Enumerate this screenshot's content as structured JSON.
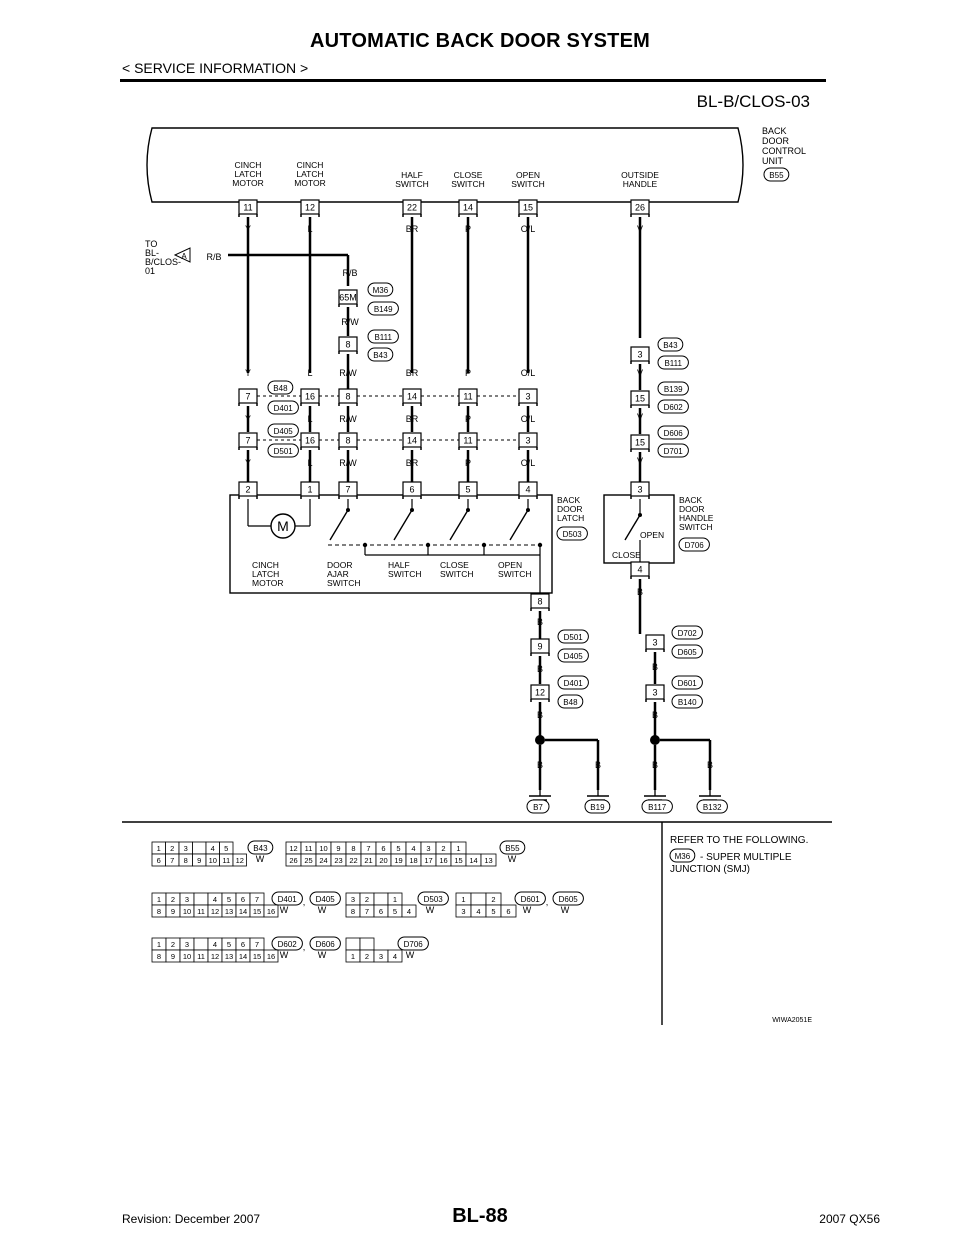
{
  "header": {
    "title": "AUTOMATIC BACK DOOR SYSTEM",
    "subtitle": "< SERVICE INFORMATION >",
    "diagram_id": "BL-B/CLOS-03"
  },
  "control_unit": {
    "name": [
      "BACK",
      "DOOR",
      "CONTROL",
      "UNIT"
    ],
    "code": "B55"
  },
  "terminals": [
    {
      "num": "11",
      "label": [
        "CINCH",
        "LATCH",
        "MOTOR"
      ],
      "wire": "Y"
    },
    {
      "num": "12",
      "label": [
        "CINCH",
        "LATCH",
        "MOTOR"
      ],
      "wire": "L"
    },
    {
      "num": "22",
      "label": [
        "HALF",
        "SWITCH"
      ],
      "wire": "BR"
    },
    {
      "num": "14",
      "label": [
        "CLOSE",
        "SWITCH"
      ],
      "wire": "P"
    },
    {
      "num": "15",
      "label": [
        "OPEN",
        "SWITCH"
      ],
      "wire": "O/L"
    },
    {
      "num": "26",
      "label": [
        "OUTSIDE",
        "HANDLE"
      ],
      "wire": "V"
    }
  ],
  "to_ref": {
    "lines": [
      "TO",
      "BL-",
      "B/CLOS-",
      "01"
    ],
    "marker": "A",
    "wire": "R/B"
  },
  "smj": {
    "top_wire": "R/B",
    "pin": "65M",
    "codes": [
      "M36",
      "B149"
    ],
    "bottom_wire": "R/W"
  },
  "b111_connector": {
    "pin": "8",
    "codes": [
      "B111",
      "B43"
    ]
  },
  "row1": {
    "pins": [
      "7",
      "16",
      "8",
      "14",
      "11",
      "3"
    ],
    "above": [
      "Y",
      "L",
      "R/W",
      "BR",
      "P",
      "O/L"
    ],
    "below": [
      "Y",
      "L",
      "R/W",
      "BR",
      "P",
      "O/L"
    ],
    "codes": [
      "B48",
      "D401"
    ]
  },
  "row2": {
    "pins": [
      "7",
      "16",
      "8",
      "14",
      "11",
      "3"
    ],
    "below": [
      "Y",
      "L",
      "R/W",
      "BR",
      "P",
      "O/L"
    ],
    "codes": [
      "D405",
      "D501"
    ]
  },
  "handle_chain": [
    {
      "pin": "3",
      "codes": [
        "B43",
        "B111"
      ],
      "wire": "V"
    },
    {
      "pin": "15",
      "codes": [
        "B139",
        "D602"
      ],
      "wire": "V"
    },
    {
      "pin": "15",
      "codes": [
        "D606",
        "D701"
      ],
      "wire": "V"
    }
  ],
  "latch_box": {
    "pins": [
      "2",
      "1",
      "7",
      "6",
      "5",
      "4"
    ],
    "title": [
      "BACK",
      "DOOR",
      "LATCH"
    ],
    "code": "D503",
    "motor_symbol": "M",
    "labels": [
      [
        "CINCH",
        "LATCH",
        "MOTOR"
      ],
      [
        "DOOR",
        "AJAR",
        "SWITCH"
      ],
      [
        "HALF",
        "SWITCH"
      ],
      [
        "CLOSE",
        "SWITCH"
      ],
      [
        "OPEN",
        "SWITCH"
      ]
    ],
    "bottom_pin": "8"
  },
  "handle_box": {
    "top_pin": "3",
    "bottom_pin": "4",
    "title": [
      "BACK",
      "DOOR",
      "HANDLE",
      "SWITCH"
    ],
    "code": "D706",
    "open_label": "OPEN",
    "close_label": "CLOSE"
  },
  "ground_left": {
    "wire": "B",
    "connectors": [
      {
        "pin": "9",
        "codes": [
          "D501",
          "D405"
        ]
      },
      {
        "pin": "12",
        "codes": [
          "D401",
          "B48"
        ]
      }
    ],
    "grounds": [
      "B7",
      "B19"
    ]
  },
  "ground_right": {
    "wire": "B",
    "connectors": [
      {
        "pin": "3",
        "codes": [
          "D702",
          "D605"
        ]
      },
      {
        "pin": "3",
        "codes": [
          "D601",
          "B140"
        ]
      }
    ],
    "grounds": [
      "B117",
      "B132"
    ]
  },
  "connector_views": [
    {
      "codes": [
        "B43"
      ],
      "colors": [
        "W"
      ],
      "rows": [
        [
          "1",
          "2",
          "3",
          "",
          "4",
          "5"
        ],
        [
          "6",
          "7",
          "8",
          "9",
          "10",
          "11",
          "12"
        ]
      ]
    },
    {
      "codes": [
        "B55"
      ],
      "colors": [
        "W"
      ],
      "rows": [
        [
          "12",
          "11",
          "10",
          "9",
          "8",
          "7",
          "6",
          "5",
          "4",
          "3",
          "2",
          "1"
        ],
        [
          "26",
          "25",
          "24",
          "23",
          "22",
          "21",
          "20",
          "19",
          "18",
          "17",
          "16",
          "15",
          "14",
          "13"
        ]
      ]
    },
    {
      "codes": [
        "D401",
        "D405"
      ],
      "colors": [
        "W",
        "W"
      ],
      "rows": [
        [
          "1",
          "2",
          "3",
          "",
          "4",
          "5",
          "6",
          "7"
        ],
        [
          "8",
          "9",
          "10",
          "11",
          "12",
          "13",
          "14",
          "15",
          "16"
        ]
      ]
    },
    {
      "codes": [
        "D503"
      ],
      "colors": [
        "W"
      ],
      "rows": [
        [
          "3",
          "2",
          "",
          "1"
        ],
        [
          "8",
          "7",
          "6",
          "5",
          "4"
        ]
      ]
    },
    {
      "codes": [
        "D601",
        "D605"
      ],
      "colors": [
        "W",
        "W"
      ],
      "rows": [
        [
          "1",
          "",
          "2"
        ],
        [
          "3",
          "4",
          "5",
          "6"
        ]
      ]
    },
    {
      "codes": [
        "D602",
        "D606"
      ],
      "colors": [
        "W",
        "W"
      ],
      "rows": [
        [
          "1",
          "2",
          "3",
          "",
          "4",
          "5",
          "6",
          "7"
        ],
        [
          "8",
          "9",
          "10",
          "11",
          "12",
          "13",
          "14",
          "15",
          "16"
        ]
      ]
    },
    {
      "codes": [
        "D706"
      ],
      "colors": [
        "W"
      ],
      "rows": [
        [
          "",
          ""
        ],
        [
          "1",
          "2",
          "3",
          "4"
        ]
      ]
    }
  ],
  "reference": {
    "heading": "REFER TO THE FOLLOWING.",
    "code": "M36",
    "text": "- SUPER MULTIPLE",
    "text2": "JUNCTION (SMJ)"
  },
  "figure_id": "WIWA2051E",
  "footer": {
    "page": "BL-88",
    "revision": "Revision: December 2007",
    "model": "2007 QX56"
  }
}
